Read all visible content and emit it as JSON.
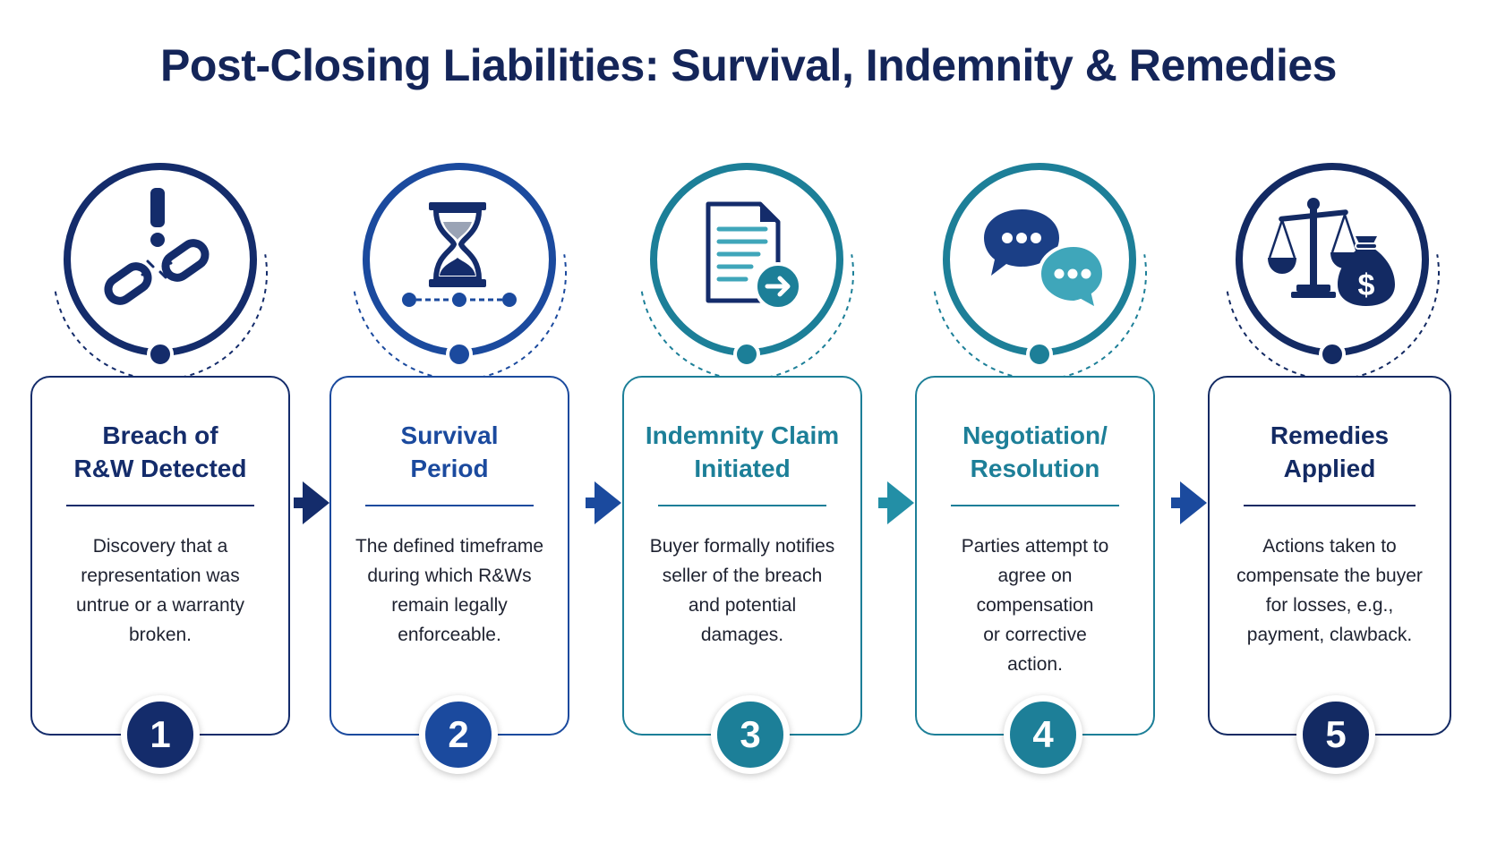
{
  "title": "Post-Closing Liabilities: Survival, Indemnity & Remedies",
  "colors": {
    "navy": "#142559",
    "blue": "#15449b",
    "teal": "#1a7f98",
    "teal_light": "#238fa6",
    "teal_pale": "#3fa6ba"
  },
  "steps": [
    {
      "number": "1",
      "title_line1": "Breach of",
      "title_line2": "R&W Detected",
      "desc_lines": [
        "Discovery that a",
        "representation was",
        "untrue or a warranty",
        "broken."
      ],
      "icon": "broken-chain-exclamation-icon",
      "color": "#142c6b"
    },
    {
      "number": "2",
      "title_line1": "Survival",
      "title_line2": "Period",
      "desc_lines": [
        "The defined timeframe",
        "during which R&Ws",
        "remain legally",
        "enforceable."
      ],
      "icon": "hourglass-timeline-icon",
      "color": "#1b4a9e"
    },
    {
      "number": "3",
      "title_line1": "Indemnity Claim",
      "title_line2": "Initiated",
      "desc_lines": [
        "Buyer formally notifies",
        "seller of the breach",
        "and potential",
        "damages."
      ],
      "icon": "document-arrow-icon",
      "color": "#1c7f98"
    },
    {
      "number": "4",
      "title_line1": "Negotiation/",
      "title_line2": "Resolution",
      "desc_lines": [
        "Parties attempt to",
        "agree on compensation",
        "or corrective",
        "action."
      ],
      "icon": "chat-bubbles-icon",
      "color": "#1d7f98"
    },
    {
      "number": "5",
      "title_line1": "Remedies",
      "title_line2": "Applied",
      "desc_lines": [
        "Actions taken to",
        "compensate the buyer",
        "for losses, e.g.,",
        "payment, clawback."
      ],
      "icon": "scales-money-bag-icon",
      "color": "#132a63"
    }
  ]
}
